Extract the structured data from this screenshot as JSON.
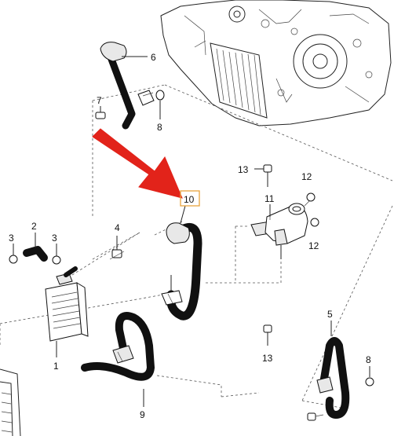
{
  "callouts": {
    "c1": "1",
    "c2": "2",
    "c3a": "3",
    "c3b": "3",
    "c4": "4",
    "c5": "5",
    "c6": "6",
    "c7": "7",
    "c8a": "8",
    "c8b": "8",
    "c9": "9",
    "c10": "10",
    "c11": "11",
    "c12a": "12",
    "c12b": "12",
    "c13a": "13",
    "c13b": "13"
  },
  "colors": {
    "arrow": "#e2231a",
    "highlight_box": "#e8a33d",
    "line": "#222222"
  },
  "highlighted_part": "10"
}
